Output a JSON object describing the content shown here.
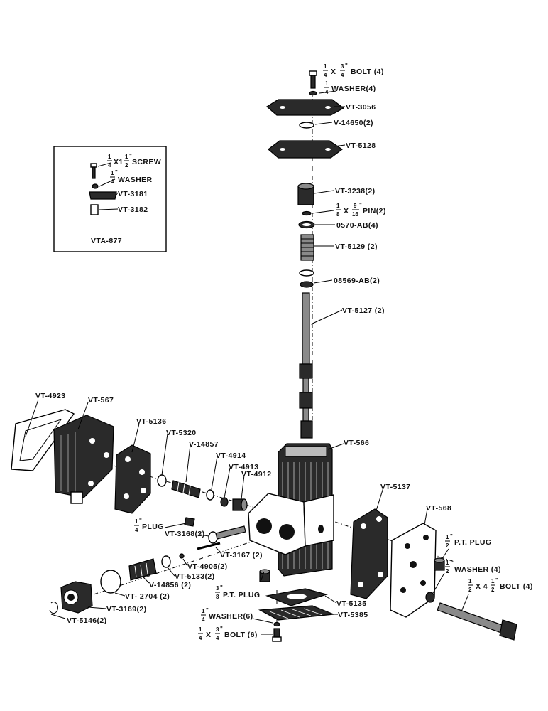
{
  "labels": {
    "bolt_top": "BOLT  (4)",
    "washer_top": "WASHER(4)",
    "vt3056": "VT-3056",
    "v14650": "V-14650(2)",
    "vt5128": "VT-5128",
    "vt3238": "VT-3238(2)",
    "pin": "PIN(2)",
    "o570ab": "0570-AB(4)",
    "vt5129": "VT-5129 (2)",
    "o8569ab": "08569-AB(2)",
    "vt5127": "VT-5127  (2)",
    "vt4923": "VT-4923",
    "vt567": "VT-567",
    "vt5136": "VT-5136",
    "vt5320": "VT-5320",
    "v14857": "V-14857",
    "vt4914": "VT-4914",
    "vt4913": "VT-4913",
    "vt4912": "VT-4912",
    "vt566": "VT-566",
    "vt5137": "VT-5137",
    "vt568": "VT-568",
    "plug_left": "PLUG",
    "vt3168": "VT-3168(2)",
    "vt3167": "VT-3167 (2)",
    "vt4905": "VT-4905(2)",
    "vt5133": "VT-5133(2)",
    "v14856": "V-14856 (2)",
    "vt2704": "VT- 2704 (2)",
    "vt3169": "VT-3169(2)",
    "vt5146": "VT-5146(2)",
    "pt_plug_right": "P.T. PLUG",
    "washer_right": "WASHER (4)",
    "bolt_right": "BOLT (4)",
    "pt_plug_bottom": "P.T. PLUG",
    "vt5135": "VT-5135",
    "washer_bottom": "WASHER(6)",
    "vt5385": "VT-5385",
    "bolt_bottom": "BOLT  (6)"
  },
  "inset": {
    "title": "VTA-877",
    "screw": "SCREW",
    "washer": "WASHER",
    "vt3181": "VT-3181",
    "vt3182": "VT-3182"
  },
  "fractions": {
    "q": "1",
    "q_den": "4",
    "three": "3",
    "four": "4",
    "x": "X",
    "x_inset": "X1",
    "one": "1",
    "two": "2",
    "eight": "8",
    "nine": "9",
    "sixteen": "16",
    "x4": "X 4",
    "inch": "\""
  }
}
